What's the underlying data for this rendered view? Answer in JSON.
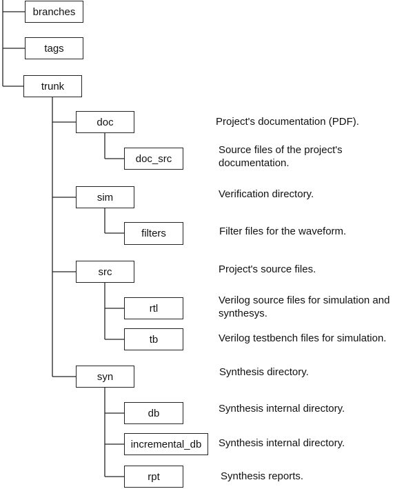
{
  "diagram": {
    "type": "directory-tree",
    "nodes": {
      "branches": {
        "label": "branches"
      },
      "tags": {
        "label": "tags"
      },
      "trunk": {
        "label": "trunk"
      },
      "doc": {
        "label": "doc",
        "description": "Project's documentation (PDF)."
      },
      "doc_src": {
        "label": "doc_src",
        "description_1": "Source files of the project's",
        "description_2": "documentation."
      },
      "sim": {
        "label": "sim",
        "description": "Verification directory."
      },
      "filters": {
        "label": "filters",
        "description": "Filter files for the waveform."
      },
      "src": {
        "label": "src",
        "description": "Project's source files."
      },
      "rtl": {
        "label": "rtl",
        "description_1": "Verilog source files for simulation and",
        "description_2": "synthesys."
      },
      "tb": {
        "label": "tb",
        "description": "Verilog testbench files for simulation."
      },
      "syn": {
        "label": "syn",
        "description": "Synthesis directory."
      },
      "db": {
        "label": "db",
        "description": "Synthesis internal directory."
      },
      "incremental_db": {
        "label": "incremental_db",
        "description": "Synthesis internal directory."
      },
      "rpt": {
        "label": "rpt",
        "description": "Synthesis reports."
      }
    },
    "edges": [
      [
        "root",
        "branches"
      ],
      [
        "root",
        "tags"
      ],
      [
        "root",
        "trunk"
      ],
      [
        "trunk",
        "doc"
      ],
      [
        "trunk",
        "sim"
      ],
      [
        "trunk",
        "src"
      ],
      [
        "trunk",
        "syn"
      ],
      [
        "doc",
        "doc_src"
      ],
      [
        "sim",
        "filters"
      ],
      [
        "src",
        "rtl"
      ],
      [
        "src",
        "tb"
      ],
      [
        "syn",
        "db"
      ],
      [
        "syn",
        "incremental_db"
      ],
      [
        "syn",
        "rpt"
      ]
    ]
  }
}
